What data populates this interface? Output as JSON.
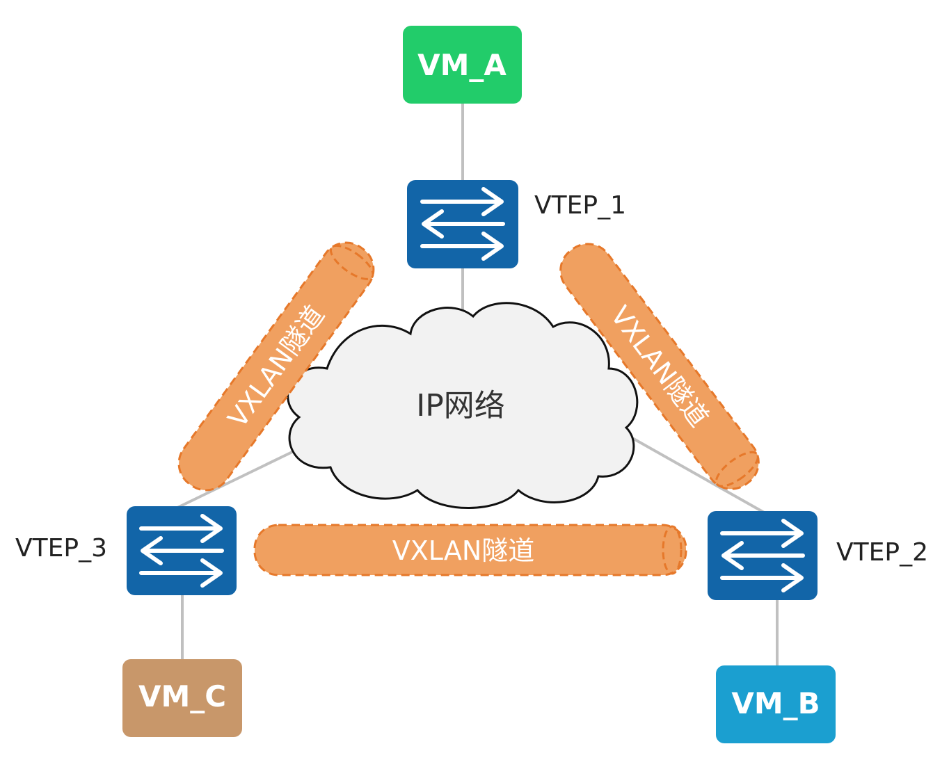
{
  "vms": {
    "a": {
      "label": "VM_A",
      "color": "#22cc6a"
    },
    "b": {
      "label": "VM_B",
      "color": "#1b9fd0"
    },
    "c": {
      "label": "VM_C",
      "color": "#c8976a"
    }
  },
  "vteps": {
    "v1": {
      "label": "VTEP_1",
      "color": "#1265a8"
    },
    "v2": {
      "label": "VTEP_2",
      "color": "#1265a8"
    },
    "v3": {
      "label": "VTEP_3",
      "color": "#1265a8"
    }
  },
  "cloud": {
    "label": "IP网络",
    "color": "#f2f2f2"
  },
  "tunnels": {
    "left": {
      "label": "VXLAN隧道"
    },
    "right": {
      "label": "VXLAN隧道"
    },
    "bottom": {
      "label": "VXLAN隧道"
    },
    "color": "#f0a060",
    "border_color": "#e6782a"
  },
  "link_color": "#c0c0c0"
}
